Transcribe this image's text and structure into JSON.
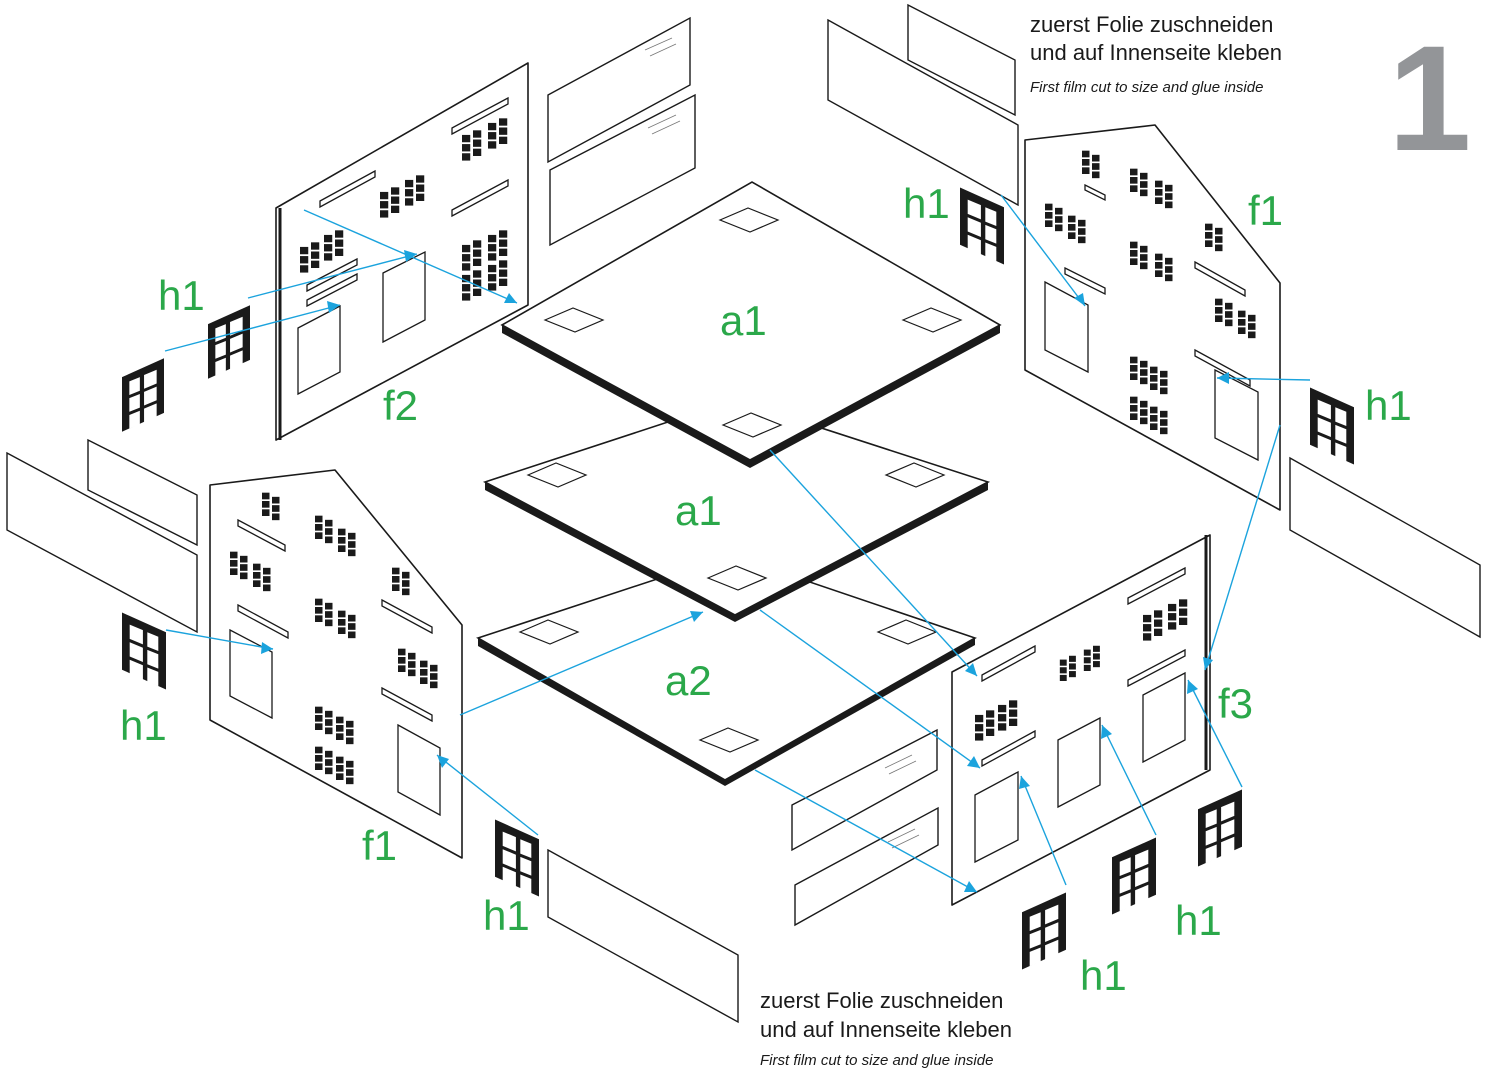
{
  "step_number": "1",
  "note_top": {
    "line1": "zuerst Folie zuschneiden",
    "line2": "und auf Innenseite kleben",
    "english": "First film cut to size and glue inside"
  },
  "note_bottom": {
    "line1": "zuerst Folie zuschneiden",
    "line2": "und auf Innenseite kleben",
    "english": "First film cut to size and glue inside"
  },
  "labels": {
    "a1_top": "a1",
    "a1_mid": "a1",
    "a2": "a2",
    "f1_right": "f1",
    "f1_left": "f1",
    "f2": "f2",
    "f3": "f3",
    "h1_topleft": "h1",
    "h1_topright": "h1",
    "h1_right": "h1",
    "h1_left": "h1",
    "h1_bottom_left": "h1",
    "h1_bottom_mid": "h1",
    "h1_bottom_right": "h1"
  },
  "colors": {
    "label_green": "#2ba84a",
    "arrow_blue": "#1ba3dd",
    "step_gray": "#939598",
    "line_black": "#1a1a1a"
  }
}
